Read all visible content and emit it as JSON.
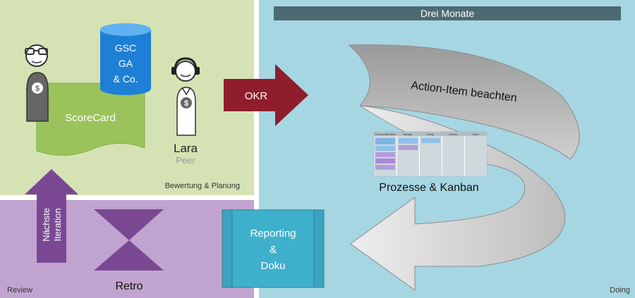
{
  "panels": {
    "planning_label": "Bewertung & Planung",
    "review_label": "Review",
    "doing_label": "Doing"
  },
  "header": {
    "title": "Drei Monate"
  },
  "database": {
    "lines": [
      "GSC",
      "GA",
      "& Co."
    ]
  },
  "scorecard": {
    "label": "ScoreCard"
  },
  "peer": {
    "name": "Lara",
    "role": "Peer"
  },
  "okr_arrow": {
    "label": "OKR"
  },
  "curved_arrow": {
    "label": "Action-Item beachten"
  },
  "kanban": {
    "label": "Prozesse & Kanban",
    "columns": [
      "Prozess-Bibliothek",
      "Backlog",
      "Doing",
      "Review",
      "Done"
    ]
  },
  "next_iteration": {
    "lines": [
      "Nächste",
      "Iteration"
    ]
  },
  "retro": {
    "label": "Retro"
  },
  "reporting": {
    "lines": [
      "Reporting",
      "&",
      "Doku"
    ]
  },
  "colors": {
    "planning_bg": "#d5e3b4",
    "review_bg": "#c0a4cf",
    "doing_bg": "#a6d6e2",
    "header_bar": "#4d6a73",
    "okr_arrow": "#8f1d2b",
    "purple": "#7a4893",
    "teal_box": "#3fb0cc",
    "database": "#1e7fd6",
    "scorecard": "#9bc35c"
  }
}
